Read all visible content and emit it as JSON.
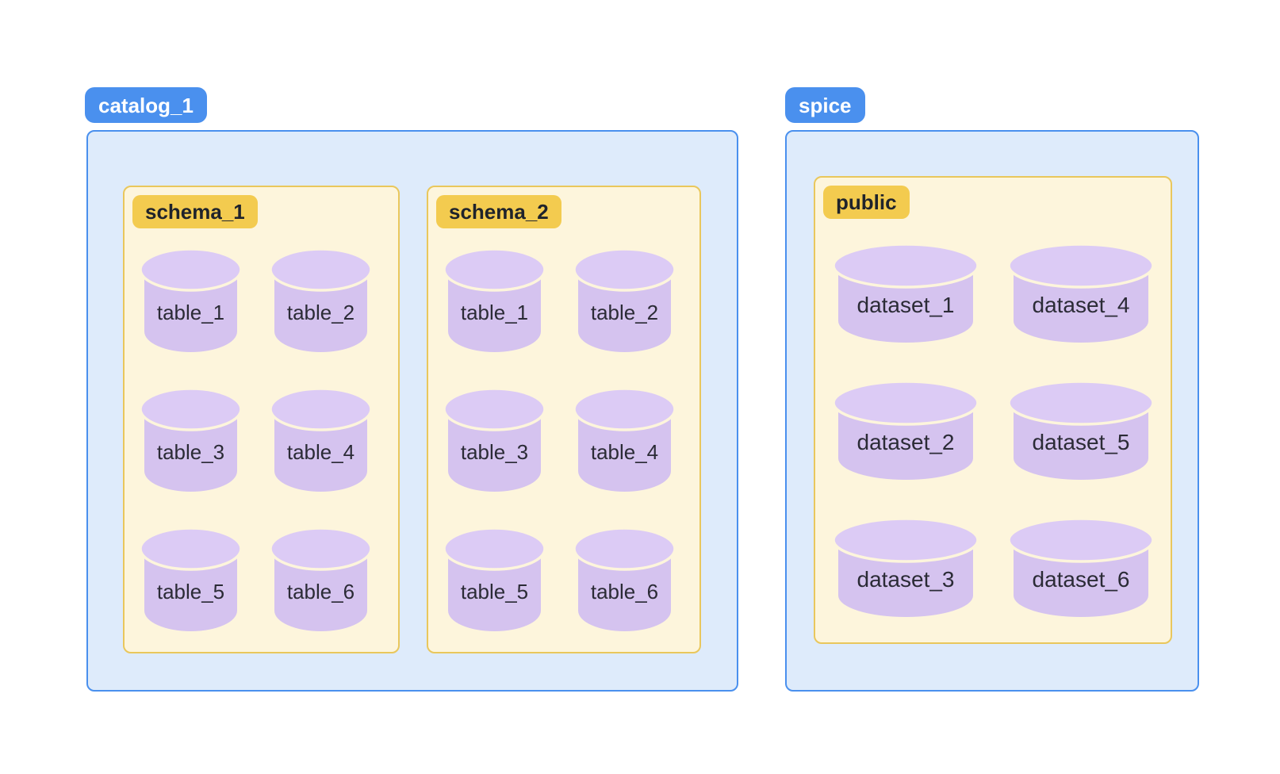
{
  "colors": {
    "page_bg": "#ffffff",
    "blue_pill_bg": "#4a90ee",
    "blue_pill_text": "#ffffff",
    "blue_box_bg": "#deebfb",
    "blue_box_border": "#4a90ee",
    "gold_pill_bg": "#f3cb4f",
    "gold_pill_text": "#1f232b",
    "cream_box_bg": "#fdf5dc",
    "cream_box_border": "#e9c75c",
    "cylinder_body": "#d5c3ef",
    "cylinder_top": "#dccbf5",
    "cylinder_stroke": "#fdf5dc",
    "cylinder_text": "#2b2b36"
  },
  "groups": [
    {
      "label": "catalog_1",
      "containers": [
        {
          "label": "schema_1",
          "item_type": "table",
          "flow": "row",
          "items": [
            "table_1",
            "table_2",
            "table_3",
            "table_4",
            "table_5",
            "table_6"
          ]
        },
        {
          "label": "schema_2",
          "item_type": "table",
          "flow": "row",
          "items": [
            "table_1",
            "table_2",
            "table_3",
            "table_4",
            "table_5",
            "table_6"
          ]
        }
      ]
    },
    {
      "label": "spice",
      "containers": [
        {
          "label": "public",
          "item_type": "dataset",
          "flow": "column",
          "items": [
            "dataset_1",
            "dataset_2",
            "dataset_3",
            "dataset_4",
            "dataset_5",
            "dataset_6"
          ]
        }
      ]
    }
  ]
}
